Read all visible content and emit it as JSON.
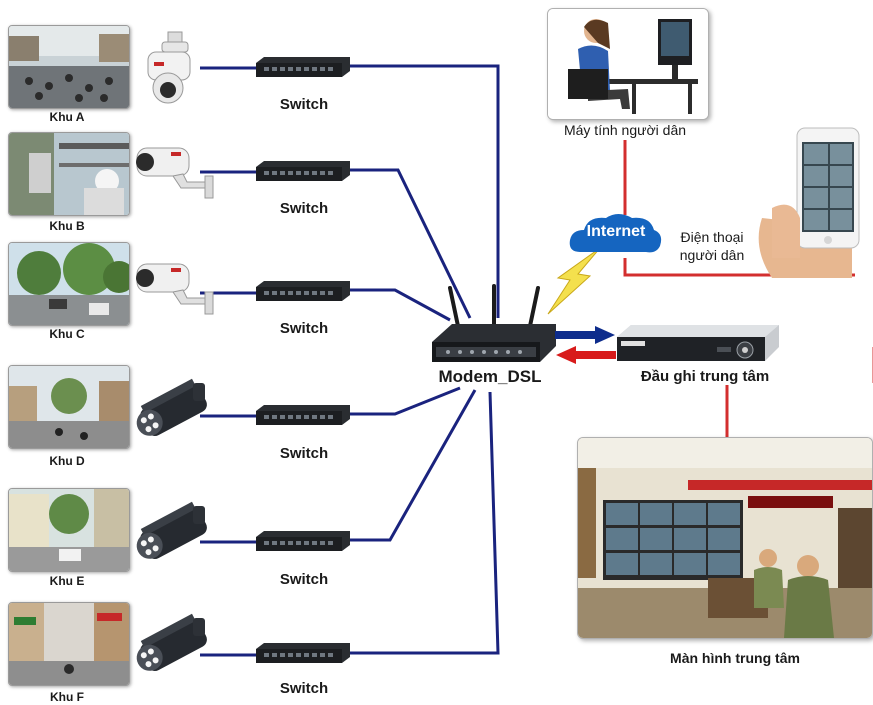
{
  "zones": [
    {
      "label": "Khu A",
      "switch": "Switch"
    },
    {
      "label": "Khu B",
      "switch": "Switch"
    },
    {
      "label": "Khu C",
      "switch": "Switch"
    },
    {
      "label": "Khu D",
      "switch": "Switch"
    },
    {
      "label": "Khu E",
      "switch": "Switch"
    },
    {
      "label": "Khu F",
      "switch": "Switch"
    }
  ],
  "modem": {
    "label": "Modem_DSL"
  },
  "dvr": {
    "label": "Đầu ghi trung tâm"
  },
  "internet": {
    "label": "Internet"
  },
  "pc": {
    "label": "Máy tính người dân"
  },
  "phone": {
    "line1": "Điện thoại",
    "line2": "người dân"
  },
  "center": {
    "label": "Màn hình trung tâm"
  },
  "colors": {
    "cable": "#1a237e",
    "internet_link": "#d32f2f",
    "lightning": "#f4e04d",
    "cloud": "#1565c0",
    "arrow_out": "#0d2c8c",
    "arrow_in": "#d81b1b"
  },
  "icons": [
    "dome-camera-icon",
    "bullet-camera-icon",
    "network-switch-icon",
    "router-icon",
    "dvr-icon",
    "cloud-icon",
    "lightning-icon",
    "smartphone-icon",
    "monitor-icon"
  ]
}
